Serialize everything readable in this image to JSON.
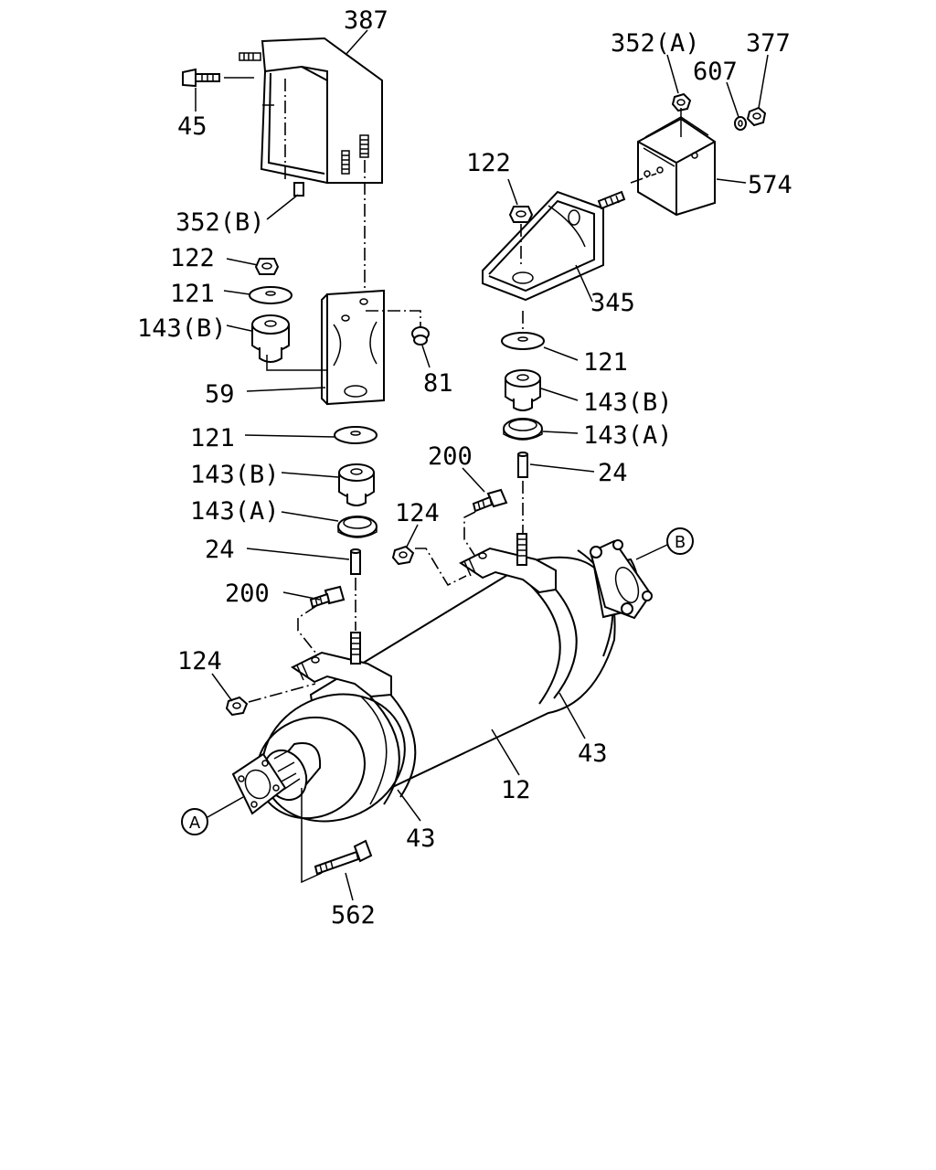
{
  "labels": {
    "p387": "387",
    "p45": "45",
    "p352b_top": "352(B)",
    "p122_left": "122",
    "p121_left_top": "121",
    "p143b_left_top": "143(B)",
    "p59": "59",
    "p81": "81",
    "p121_left_mid": "121",
    "p143b_left_mid": "143(B)",
    "p143a_left": "143(A)",
    "p24_left": "24",
    "p200_left": "200",
    "p124_left": "124",
    "p124_mid": "124",
    "p200_right": "200",
    "p352a": "352(A)",
    "p607": "607",
    "p377": "377",
    "p574": "574",
    "p122_right": "122",
    "p345": "345",
    "p121_right": "121",
    "p143b_right": "143(B)",
    "p143a_right": "143(A)",
    "p24_right": "24",
    "p43_right": "43",
    "p12": "12",
    "p43_left": "43",
    "p562": "562",
    "ref_a": "A",
    "ref_b": "B"
  }
}
